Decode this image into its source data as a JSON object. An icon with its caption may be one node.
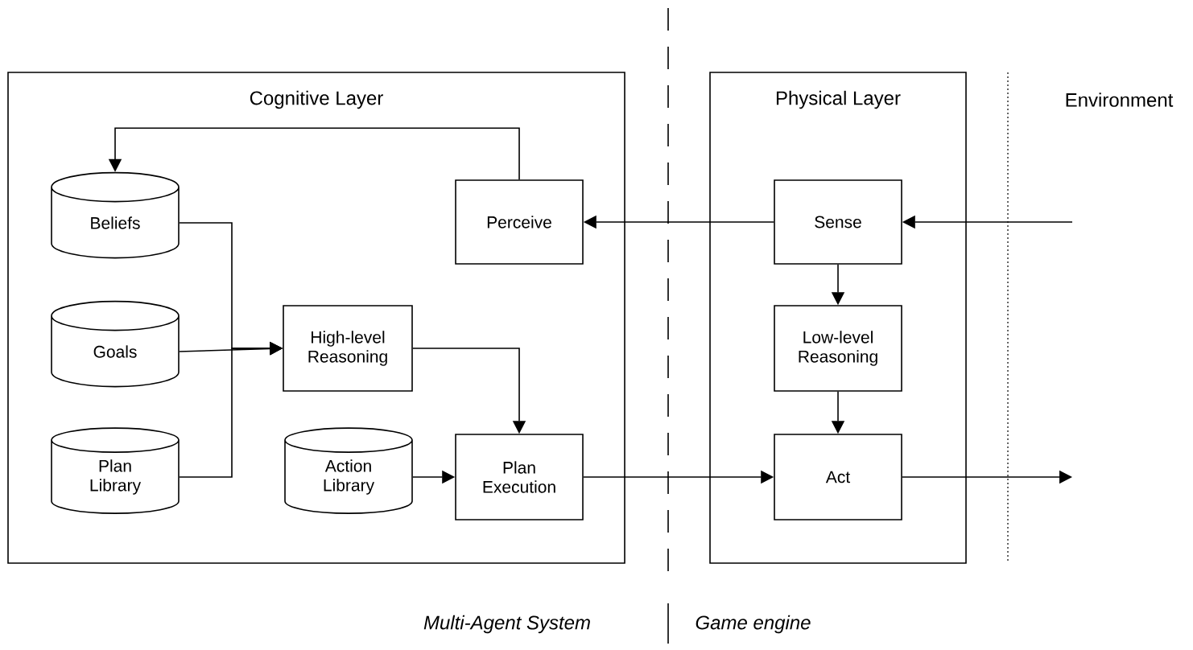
{
  "diagram": {
    "nodes": [
      {
        "text": [
          "Cognitive Layer"
        ]
      },
      {
        "text": [
          "Beliefs"
        ],
        "in": 0
      },
      {
        "text": [
          "Perceive"
        ],
        "in": 0
      },
      {
        "text": [
          "Goals"
        ],
        "in": 0
      },
      {
        "text": [
          "High-level Reasoning"
        ],
        "in": 0
      },
      {
        "text": [
          "Plan Library"
        ],
        "in": 0
      },
      {
        "text": [
          "Action Library"
        ],
        "in": 0
      },
      {
        "text": [
          "Plan Execution"
        ],
        "in": 0
      },
      {
        "text": [
          "Physical Layer"
        ]
      },
      {
        "text": [
          "Sense"
        ],
        "in": 8
      },
      {
        "text": [
          "Low-level Reasoning"
        ],
        "in": 8
      },
      {
        "text": [
          "Act"
        ],
        "in": 8
      }
    ],
    "edges": [
      {
        "from": 2,
        "to": 1,
        "arrow": "to"
      },
      {
        "from": 1,
        "to": 4,
        "arrow": "to"
      },
      {
        "from": 3,
        "to": 4,
        "arrow": "to"
      },
      {
        "from": 5,
        "to": 4,
        "arrow": "to"
      },
      {
        "from": 4,
        "to": 7,
        "arrow": "to"
      },
      {
        "from": 6,
        "to": 7,
        "arrow": "to"
      },
      {
        "from": 9,
        "to": 2,
        "arrow": "to"
      },
      {
        "from": 7,
        "to": 11,
        "arrow": "to"
      },
      {
        "from": null,
        "to": 9,
        "arrow": "to"
      },
      {
        "from": 11,
        "to": null,
        "arrow": "to"
      },
      {
        "from": 9,
        "to": 10,
        "arrow": "to"
      },
      {
        "from": 10,
        "to": 11,
        "arrow": "to"
      }
    ],
    "labels": [
      "Environment",
      "Multi-Agent System",
      "Game engine"
    ]
  }
}
